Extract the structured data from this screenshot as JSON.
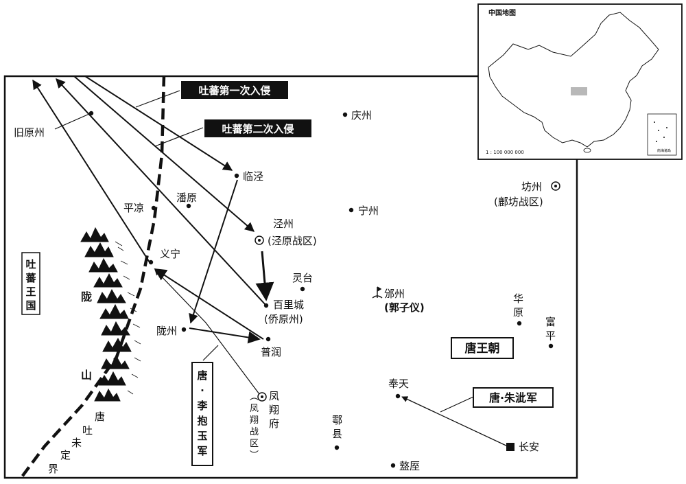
{
  "inset": {
    "title": "中国地图",
    "scale": "1 : 100 000 000",
    "south_sea_label": "南海诸岛"
  },
  "labels": {
    "tubo_kingdom": "吐蕃王国",
    "tang_dynasty": "唐王朝",
    "long_shan_1": "陇",
    "long_shan_2": "山",
    "border_1": "唐",
    "border_2": "吐",
    "border_3": "未",
    "border_4": "定",
    "border_5": "界"
  },
  "campaigns": {
    "first_invasion": "吐蕃第一次入侵",
    "second_invasion": "吐蕃第二次入侵",
    "li_baoyu": "唐·李抱玉军",
    "zhu_ci": "唐·朱泚军"
  },
  "places": {
    "jiuyuanzhou": "旧原州",
    "qingzhou": "庆州",
    "linjing": "临泾",
    "pingliang": "平凉",
    "panyuan": "潘原",
    "ningzhou": "宁州",
    "jingzhou": "泾州",
    "jingzhou_zone": "(泾原战区)",
    "yining": "义宁",
    "lingtai": "灵台",
    "bailicheng": "百里城",
    "bailicheng_note": "(侨原州)",
    "longzhou": "陇州",
    "purun": "普润",
    "binzhou": "邠州",
    "binzhou_note": "(郭子仪)",
    "fangzhou": "坊州",
    "fangzhou_zone": "(鄜坊战区)",
    "huayuan_1": "华",
    "huayuan_2": "原",
    "fuping_1": "富",
    "fuping_2": "平",
    "fengxiang": "凤翔府",
    "fengxiang_zone": "(凤翔战区)",
    "fengtian": "奉天",
    "huxian": "鄠县",
    "changan": "长安",
    "zhouzhi": "盩厔"
  }
}
